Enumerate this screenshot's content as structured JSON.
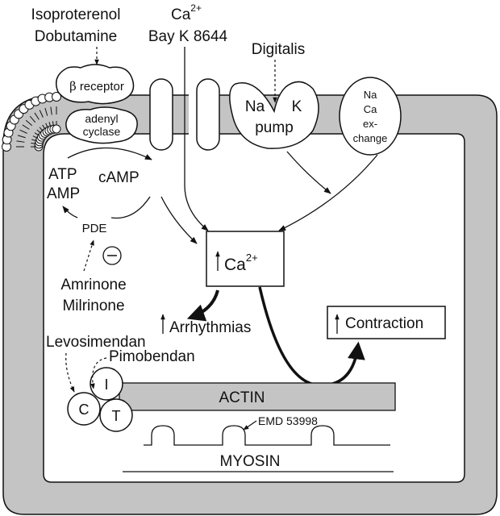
{
  "drugs": {
    "isoproterenol": "Isoproterenol",
    "dobutamine": "Dobutamine",
    "ca_base": "Ca",
    "ca_sup": "2+",
    "bayk": "Bay K 8644",
    "digitalis": "Digitalis",
    "amrinone": "Amrinone",
    "milrinone": "Milrinone",
    "levosimendan": "Levosimendan",
    "pimobendan": "Pimobendan",
    "emd": "EMD 53998"
  },
  "membrane": {
    "beta_symbol": "β",
    "beta_receptor": "receptor",
    "adenyl": "adenyl",
    "cyclase": "cyclase",
    "na": "Na",
    "k": "K",
    "pump": "pump",
    "exchanger": [
      "Na",
      "Ca",
      "ex-",
      "change"
    ]
  },
  "cytosol": {
    "atp": "ATP",
    "amp": "AMP",
    "camp": "cAMP",
    "pde": "PDE",
    "minus": "−",
    "ca_box_base": "Ca",
    "ca_box_sup": "2+",
    "up_arrow": "↑",
    "arrhythmias": "Arrhythmias",
    "contraction": "Contraction"
  },
  "contractile": {
    "troponin_i": "I",
    "troponin_c": "C",
    "troponin_t": "T",
    "actin": "ACTIN",
    "myosin": "MYOSIN"
  }
}
